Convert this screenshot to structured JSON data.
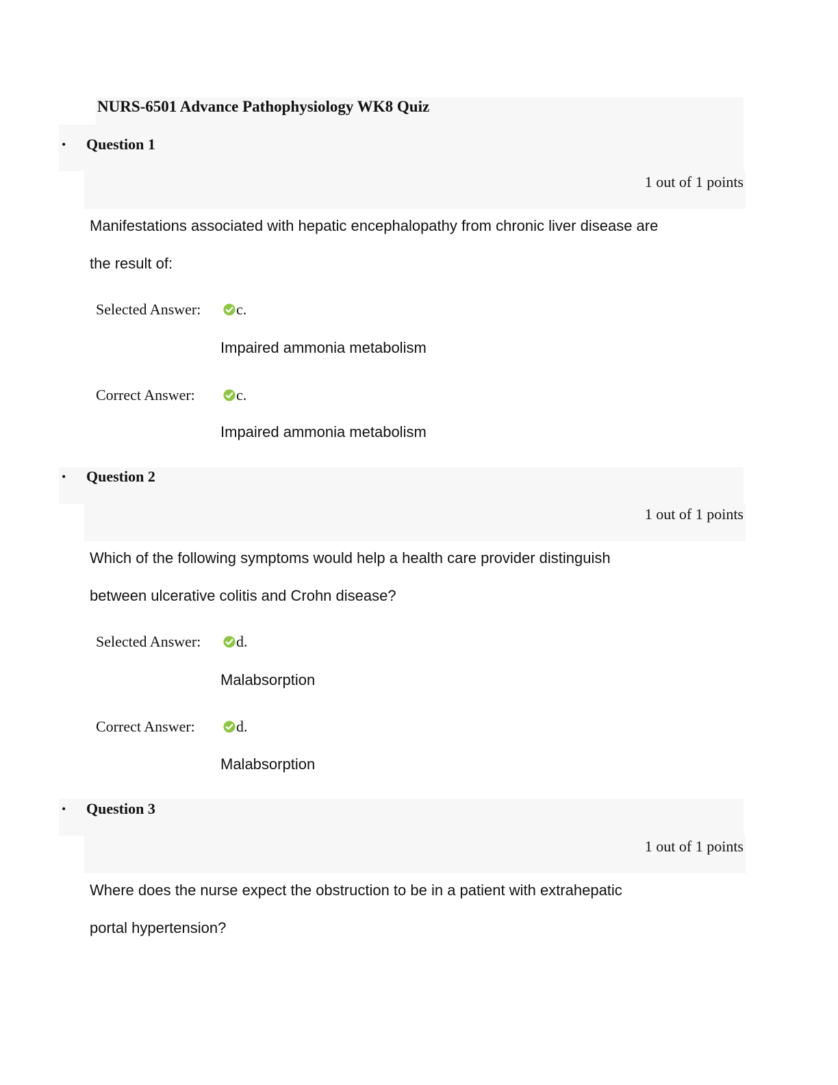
{
  "document": {
    "title": "NURS-6501 Advance Pathophysiology WK8 Quiz"
  },
  "labels": {
    "bullet": "•",
    "selected": "Selected Answer:",
    "correct": "Correct Answer:"
  },
  "icons": {
    "correct": "check-circle-icon",
    "correct_color": "#8dc63f"
  },
  "questions": [
    {
      "heading": "Question 1",
      "points": "1 out of 1 points",
      "text_line1": "Manifestations associated with hepatic encephalopathy from chronic liver disease are",
      "text_line2": "the result of:",
      "selected_letter": "c.",
      "selected_text": "Impaired ammonia metabolism",
      "correct_letter": "c.",
      "correct_text": "Impaired ammonia metabolism"
    },
    {
      "heading": "Question 2",
      "points": "1 out of 1 points",
      "text_line1": "Which of the following symptoms would help a health care provider distinguish",
      "text_line2": "between ulcerative colitis and Crohn disease?",
      "selected_letter": "d.",
      "selected_text": "Malabsorption",
      "correct_letter": "d.",
      "correct_text": "Malabsorption"
    },
    {
      "heading": "Question 3",
      "points": "1 out of 1 points",
      "text_line1": "Where does the nurse expect the obstruction to be in a patient with extrahepatic",
      "text_line2": "portal hypertension?"
    }
  ]
}
